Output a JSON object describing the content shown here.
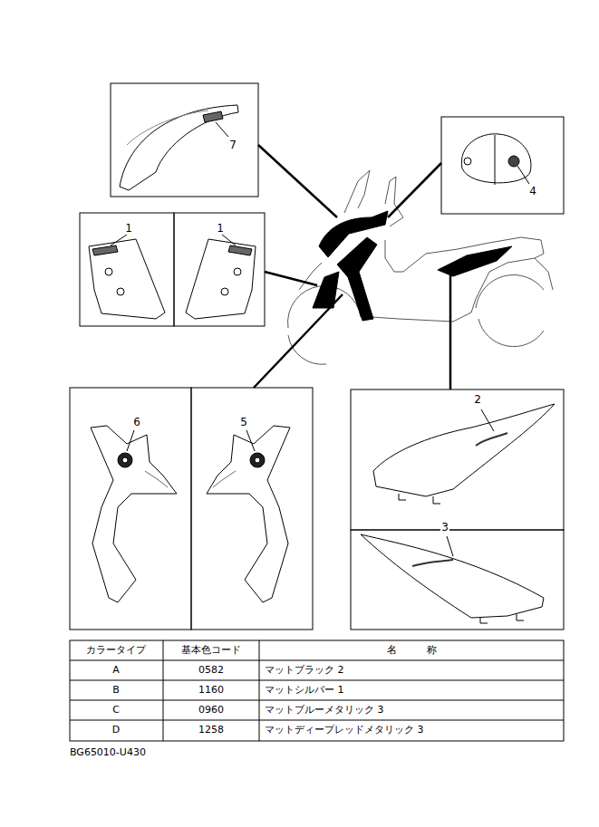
{
  "diagram": {
    "labels": [
      "7",
      "4",
      "1",
      "1",
      "6",
      "5",
      "2",
      "3",
      "カラータイプ",
      "基本色コード",
      "名　　　称",
      "A",
      "0582",
      "マットブラック 2",
      "B",
      "1160",
      "マットシルバー 1",
      "C",
      "0960",
      "マットブルーメタリック 3",
      "D",
      "1258",
      "マットディープレッドメタリック 3",
      "BG65010-U430"
    ]
  }
}
